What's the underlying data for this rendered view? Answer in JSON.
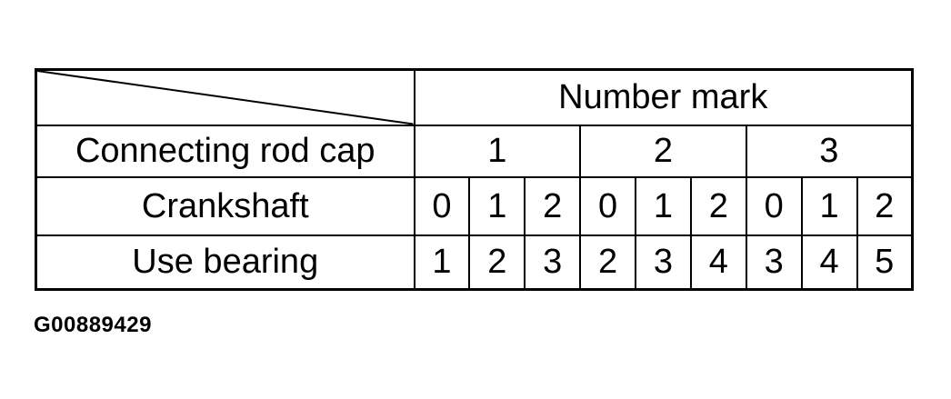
{
  "figure_code": "G00889429",
  "colors": {
    "ink": "#000000",
    "paper": "#ffffff"
  },
  "chart_data": {
    "type": "table",
    "column_group_header": "Number mark",
    "row_labels": [
      "Connecting rod cap",
      "Crankshaft",
      "Use bearing"
    ],
    "connecting_rod_cap_groups": [
      1,
      2,
      3
    ],
    "crankshaft_values": [
      0,
      1,
      2,
      0,
      1,
      2,
      0,
      1,
      2
    ],
    "use_bearing_values": [
      1,
      2,
      3,
      2,
      3,
      4,
      3,
      4,
      5
    ]
  }
}
